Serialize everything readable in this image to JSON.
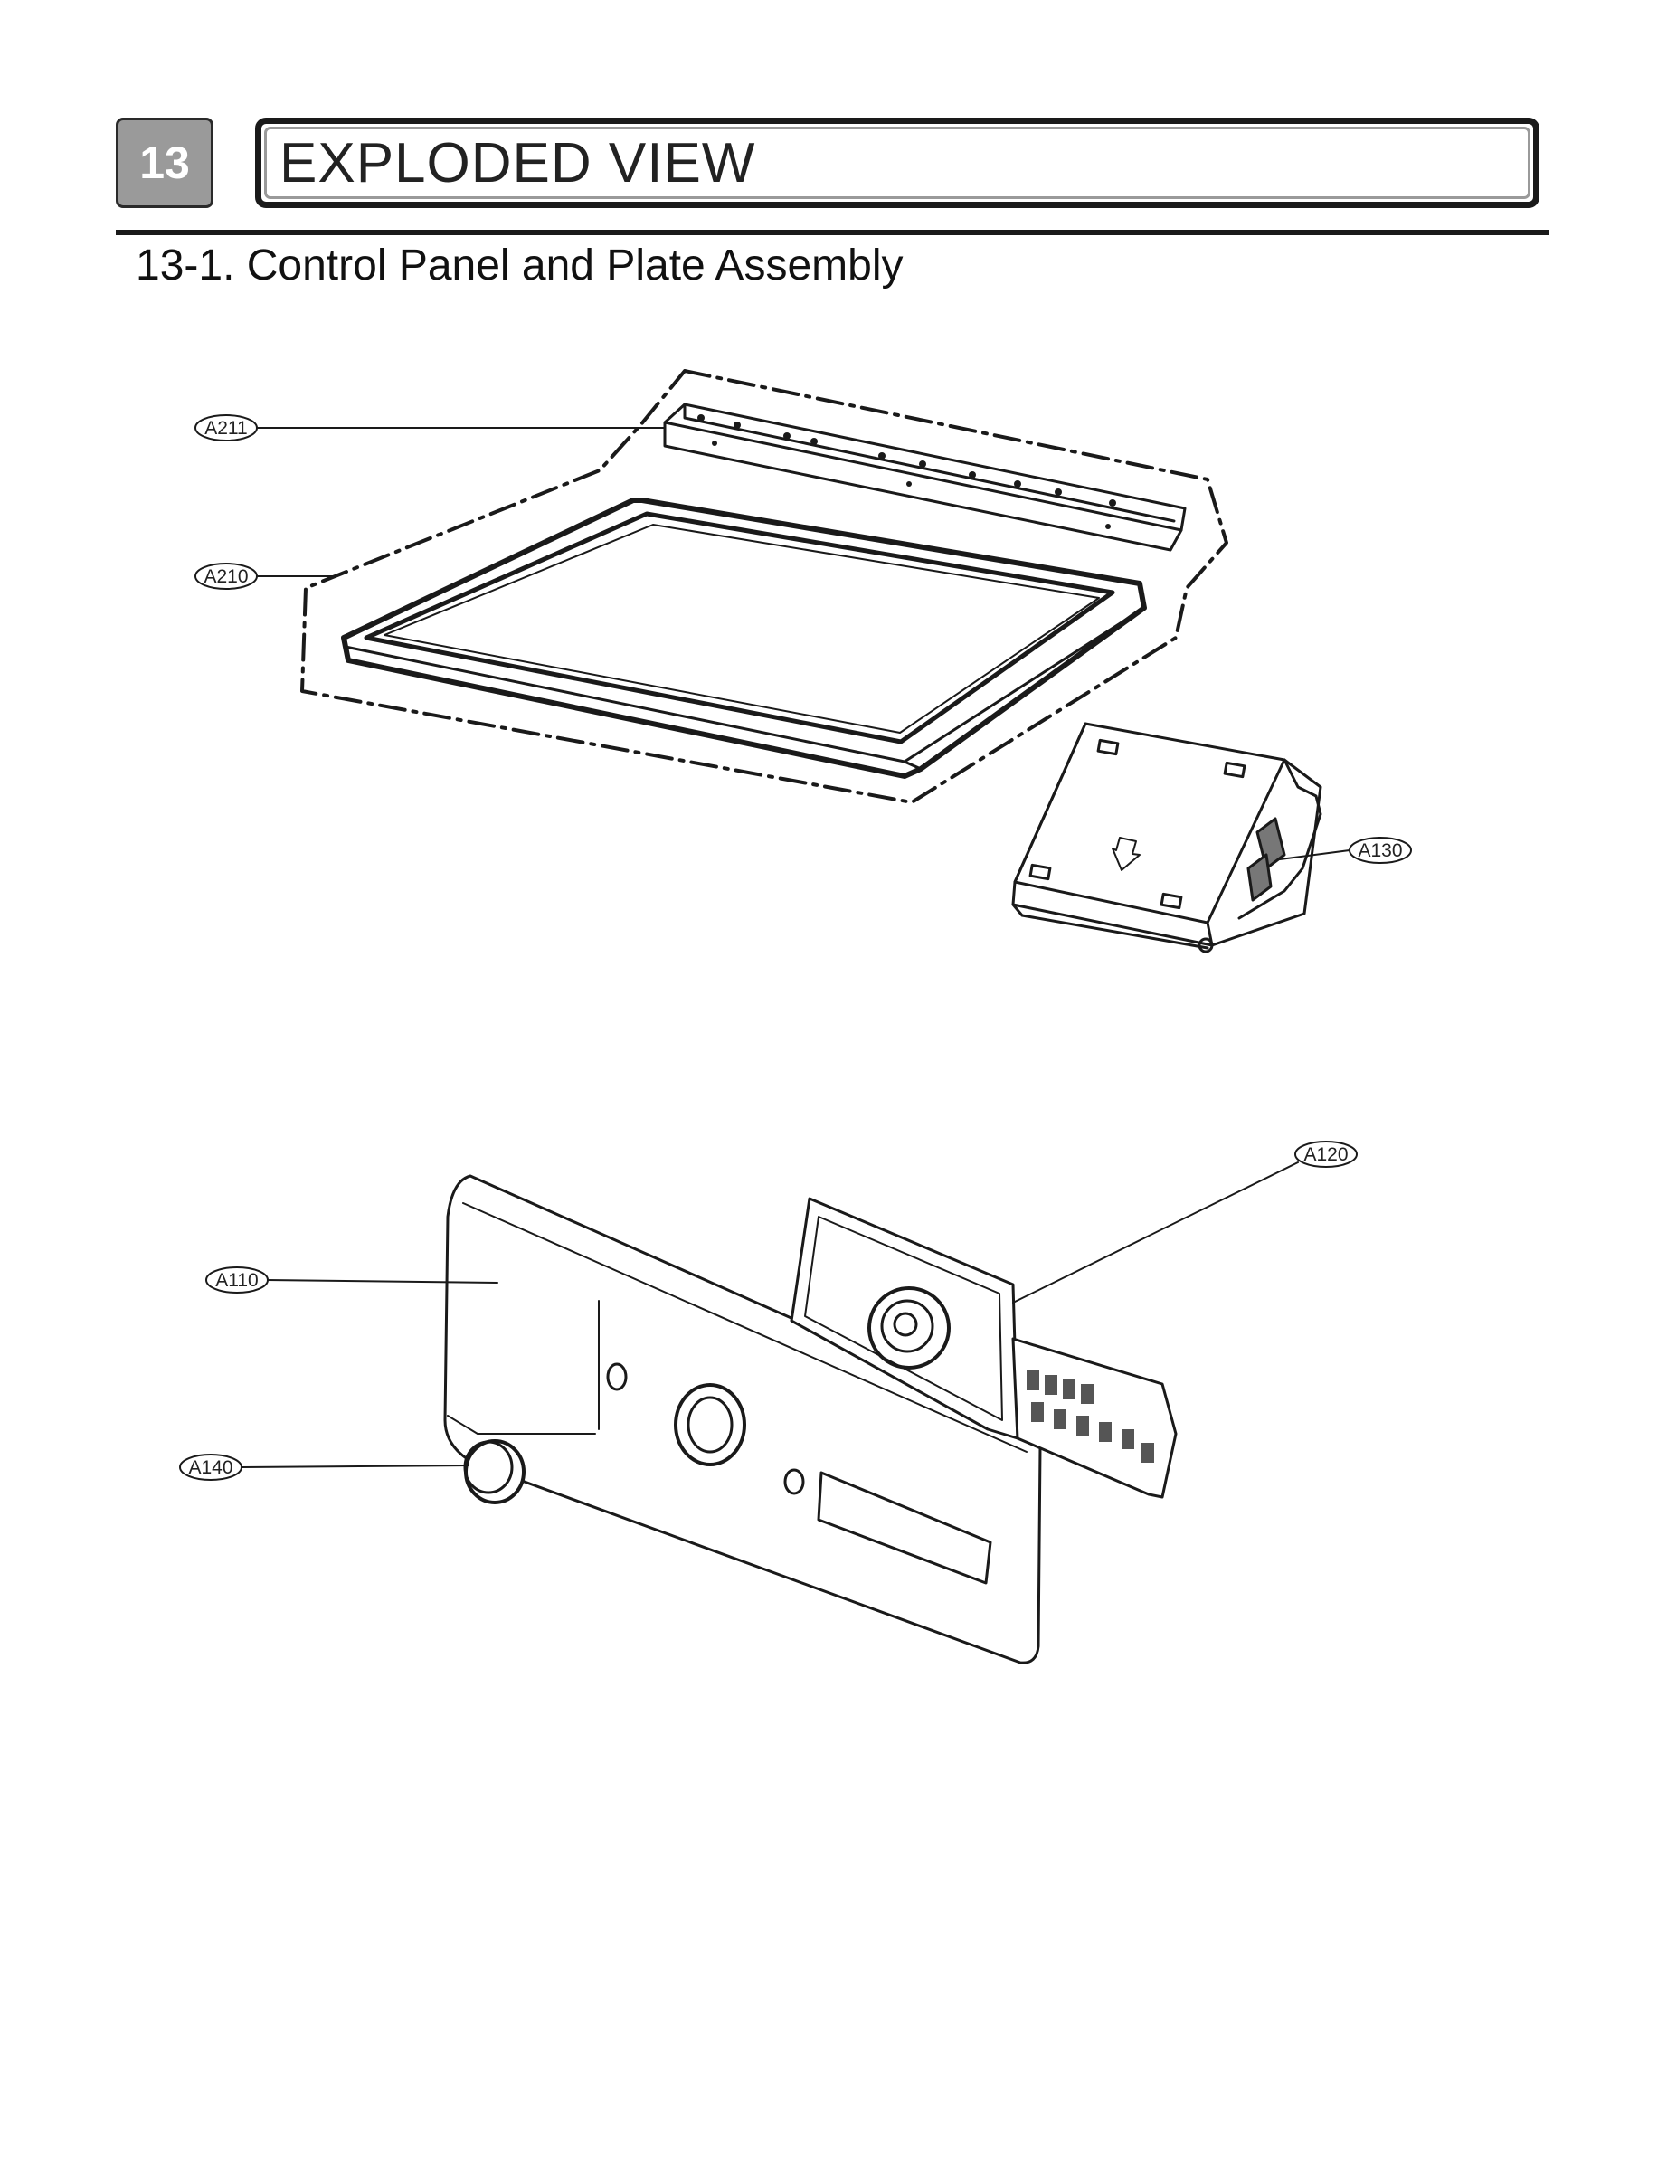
{
  "section": {
    "number": "13",
    "title": "EXPLODED VIEW"
  },
  "subsection": {
    "title": "13-1. Control Panel and Plate Assembly"
  },
  "part_labels": {
    "a211": "A211",
    "a210": "A210",
    "a130": "A130",
    "a120": "A120",
    "a110": "A110",
    "a140": "A140"
  }
}
